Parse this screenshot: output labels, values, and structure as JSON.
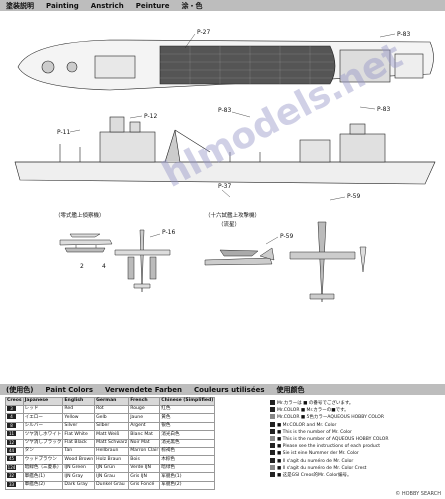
{
  "header": {
    "jp": "塗装説明",
    "en": "Painting",
    "de": "Anstrich",
    "fr": "Peinture",
    "cn": "涂・色"
  },
  "callouts": {
    "p27": "P-27",
    "p83a": "P-83",
    "p83b": "P-83",
    "p83c": "P-83",
    "p12": "P-12",
    "p11": "P-11",
    "p37": "P-37",
    "p59a": "P-59",
    "p59b": "P-59",
    "p16": "P-16",
    "p2": "2",
    "p4": "4"
  },
  "captions": {
    "left": "（零式艦上偵察機）",
    "right_top": "（十六試艦上攻撃機）",
    "right_sub": "（流星）"
  },
  "watermark": "hlmodels.net",
  "colors_header": {
    "jp": "(使用色)",
    "en": "Paint Colors",
    "de": "Verwendete Farben",
    "fr": "Couleurs utilisées",
    "cn": "使用颜色"
  },
  "table": {
    "columns": [
      "Creos",
      "Japanese",
      "English",
      "German",
      "French",
      "Chinese (Simplified)"
    ],
    "rows": [
      [
        "3",
        "レッド",
        "Red",
        "Rot",
        "Rouge",
        "红色"
      ],
      [
        "4",
        "イエロー",
        "Yellow",
        "Gelb",
        "Jaune",
        "黄色"
      ],
      [
        "8",
        "シルバー",
        "Silver",
        "Silber",
        "Argent",
        "银色"
      ],
      [
        "11",
        "ツヤ消しホワイト",
        "Flat White",
        "Matt Weiß",
        "Blanc Mat",
        "消光白色"
      ],
      [
        "12",
        "ツヤ消しブラック",
        "Flat Black",
        "Matt Schwarz",
        "Noir Mat",
        "消光黑色"
      ],
      [
        "44",
        "タン",
        "Tan",
        "Hellbraun",
        "Marron Clair",
        "棕褐色"
      ],
      [
        "45",
        "ウッドブラウン",
        "Wood Brown",
        "Holz Braun",
        "Bois",
        "木棕色"
      ],
      [
        "124",
        "暗緑色（三菱系）",
        "IJN Green",
        "IJN Grün",
        "Verde IJN",
        "暗绿色"
      ],
      [
        "32",
        "軍艦色(1)",
        "IJN Gray",
        "IJN Grau",
        "Gris IJN",
        "军舰色(1)"
      ],
      [
        "33",
        "軍艦色(2)",
        "Dark Gray",
        "Dunkel Grau",
        "Gris Foncé",
        "军舰色(2)"
      ]
    ]
  },
  "notes": [
    "Mr.カラーは ■ の番号でございます。",
    "Mr.COLOR ■ Mr.カラーの■です。",
    "Mr.COLOR ■ 5色カラーAQUEOUS HOBBY COLOR",
    "■ Mr.COLOR and Mr. Color",
    "■ This is the number of Mr. Color",
    "■ This is the number of AQUEOUS HOBBY COLOR",
    "■ Please see the instructions of each product",
    "■ Sie ist eine Nummer der Mr. Color",
    "■ Il s'agit du numéro de Mr. Color",
    "■ Il s'agit du numéro de Mr. Color Crest",
    "■ 这是GSI Creos的Mr. Color编号。"
  ],
  "footer": "© HOBBY SEARCH"
}
